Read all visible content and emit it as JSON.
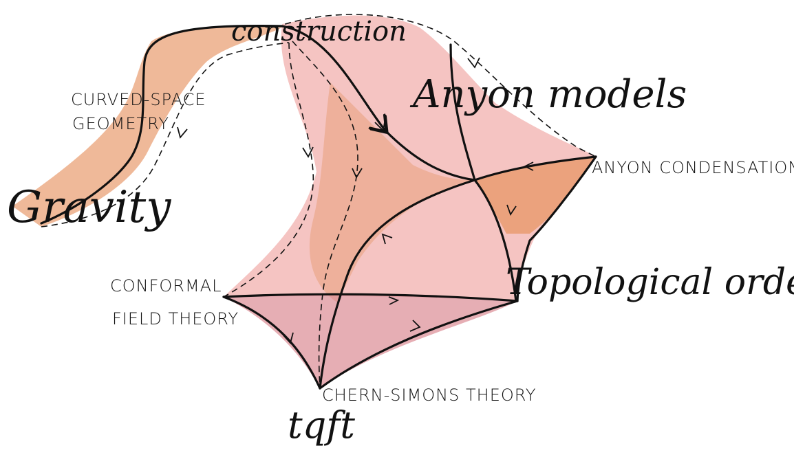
{
  "diagram": {
    "nodes": {
      "construction": "construction",
      "curved_space_geometry_line1": "CURVED-SPACE",
      "curved_space_geometry_line2": "GEOMETRY",
      "gravity": "Gravity",
      "anyon_models": "Anyon models",
      "anyon_condensation": "ANYON CONDENSATION",
      "topological_order": "Topological order",
      "conformal_field_theory_line1": "CONFORMAL",
      "conformal_field_theory_line2": "FIELD THEORY",
      "chern_simons_theory": "CHERN-SIMONS THEORY",
      "tqft": "tqft"
    },
    "colors": {
      "ink": "#111111",
      "orange": "#e9a276",
      "pink": "#f2b1b1",
      "rose": "#d98b92"
    }
  }
}
